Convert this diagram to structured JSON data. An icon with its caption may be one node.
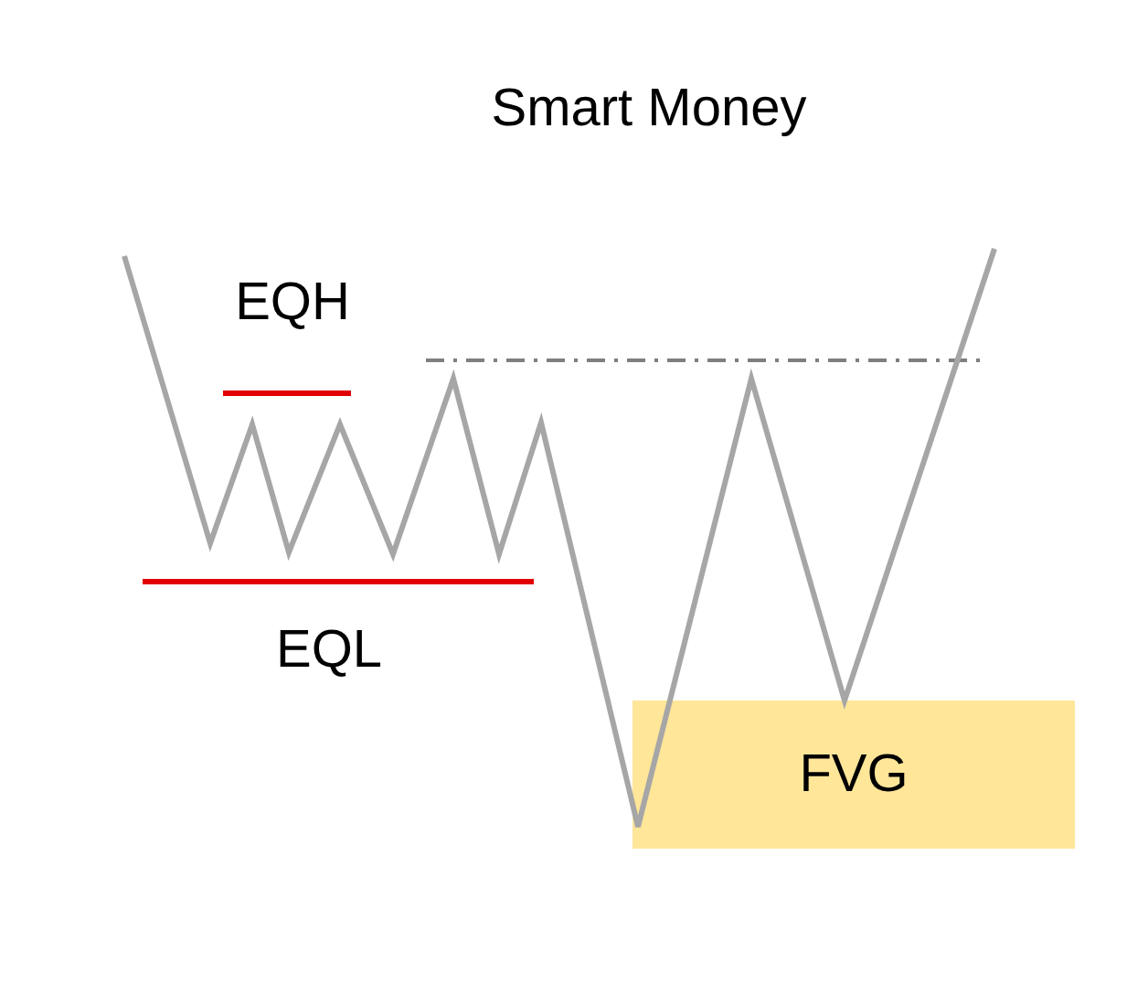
{
  "diagram": {
    "title": "Smart Money",
    "nodes": [
      {
        "text": [
          "FVG"
        ]
      }
    ],
    "labels": [
      "EQH",
      "EQL"
    ]
  }
}
